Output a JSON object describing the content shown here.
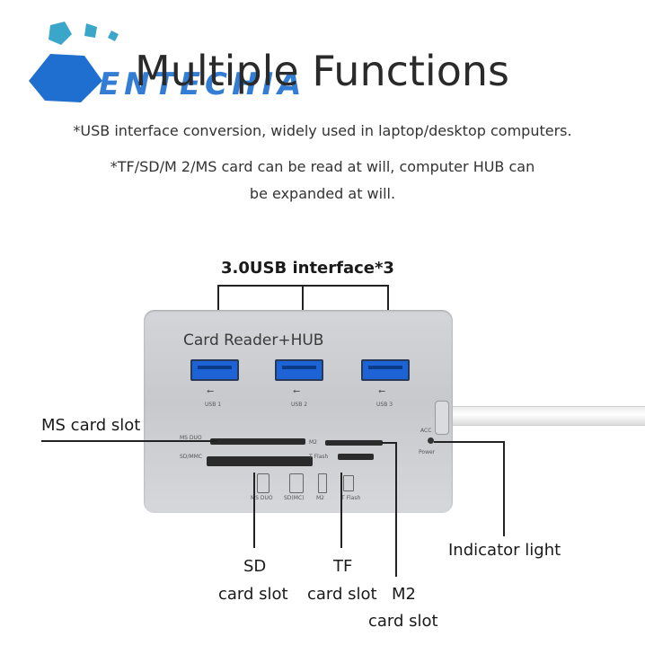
{
  "logo": {
    "text": "CENTECHIA",
    "color": "#1f6fd0",
    "accent": "#3aa6c9"
  },
  "headline": "Multiple Functions",
  "description": {
    "line1": "*USB interface conversion, widely used in laptop/desktop computers.",
    "line2": "*TF/SD/M 2/MS card can be read at will, computer HUB can",
    "line3": "be expanded at will."
  },
  "device": {
    "title": "Card Reader+HUB",
    "ports": [
      {
        "symbol": "⭠",
        "label": "USB 1"
      },
      {
        "symbol": "⭠",
        "label": "USB 2"
      },
      {
        "symbol": "⭠",
        "label": "USB 3"
      }
    ],
    "small_labels": {
      "ms_duo": "MS DUO",
      "sd_mmc": "SD/MMC",
      "m2": "M2",
      "tf_flash": "T Flash",
      "acc": "ACC",
      "power": "Power",
      "icons": [
        "MS DUO",
        "SD(MC)",
        "M2",
        "T Flash"
      ]
    },
    "colors": {
      "usb_blue": "#1d63d6",
      "body": "#cfd1d4"
    }
  },
  "callouts": {
    "usb": "3.0USB interface*3",
    "ms": "MS card slot",
    "sd_line1": "SD",
    "sd_line2": "card slot",
    "tf_line1": "TF",
    "tf_line2": "card slot",
    "m2_line1": "M2",
    "m2_line2": "card slot",
    "indicator": "Indicator light"
  }
}
